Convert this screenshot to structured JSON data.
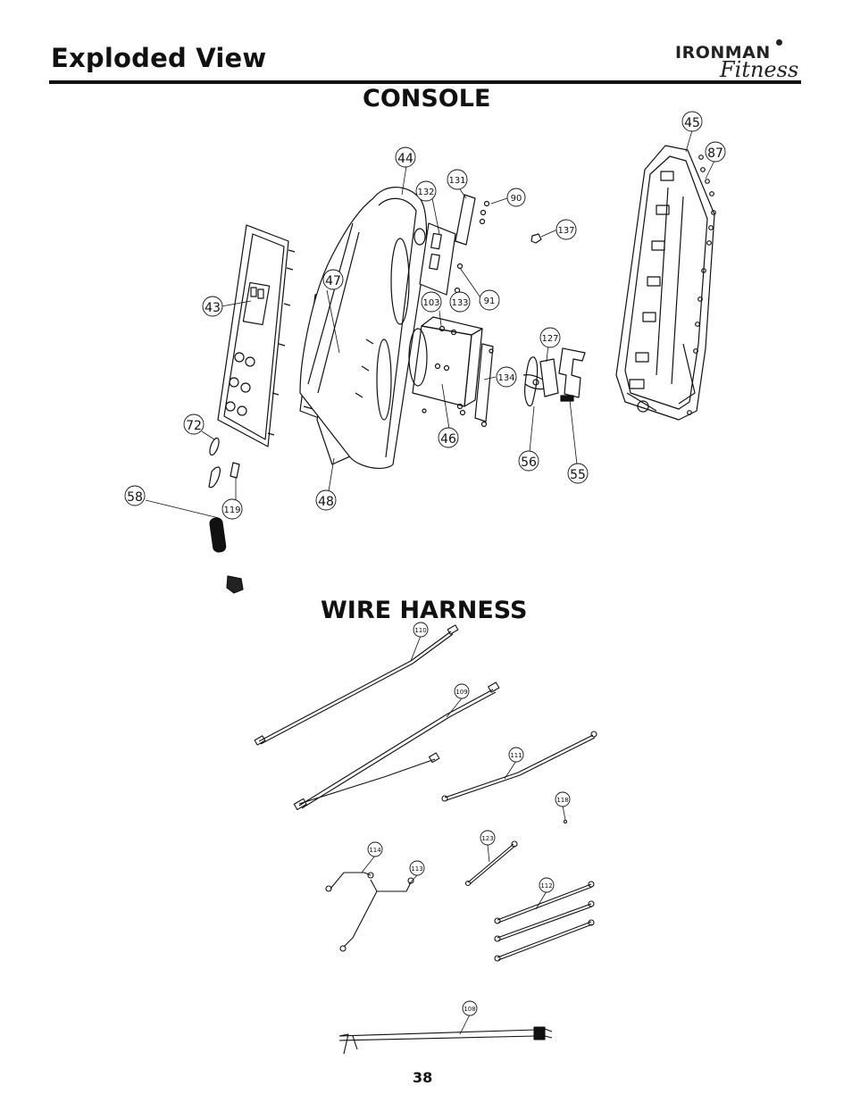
{
  "header": {
    "title": "Exploded View"
  },
  "logo": {
    "main": "IRONMAN",
    "sub": "Fitness"
  },
  "sections": {
    "console": "CONSOLE",
    "wire_harness": "WIRE HARNESS"
  },
  "console_callouts": [
    "45",
    "87",
    "44",
    "131",
    "90",
    "132",
    "137",
    "47",
    "43",
    "103",
    "133",
    "91",
    "127",
    "134",
    "72",
    "46",
    "56",
    "55",
    "58",
    "119",
    "48"
  ],
  "wire_callouts": [
    "110",
    "109",
    "111",
    "118",
    "114",
    "123",
    "113",
    "112",
    "108"
  ],
  "footer": {
    "page_number": "38"
  }
}
